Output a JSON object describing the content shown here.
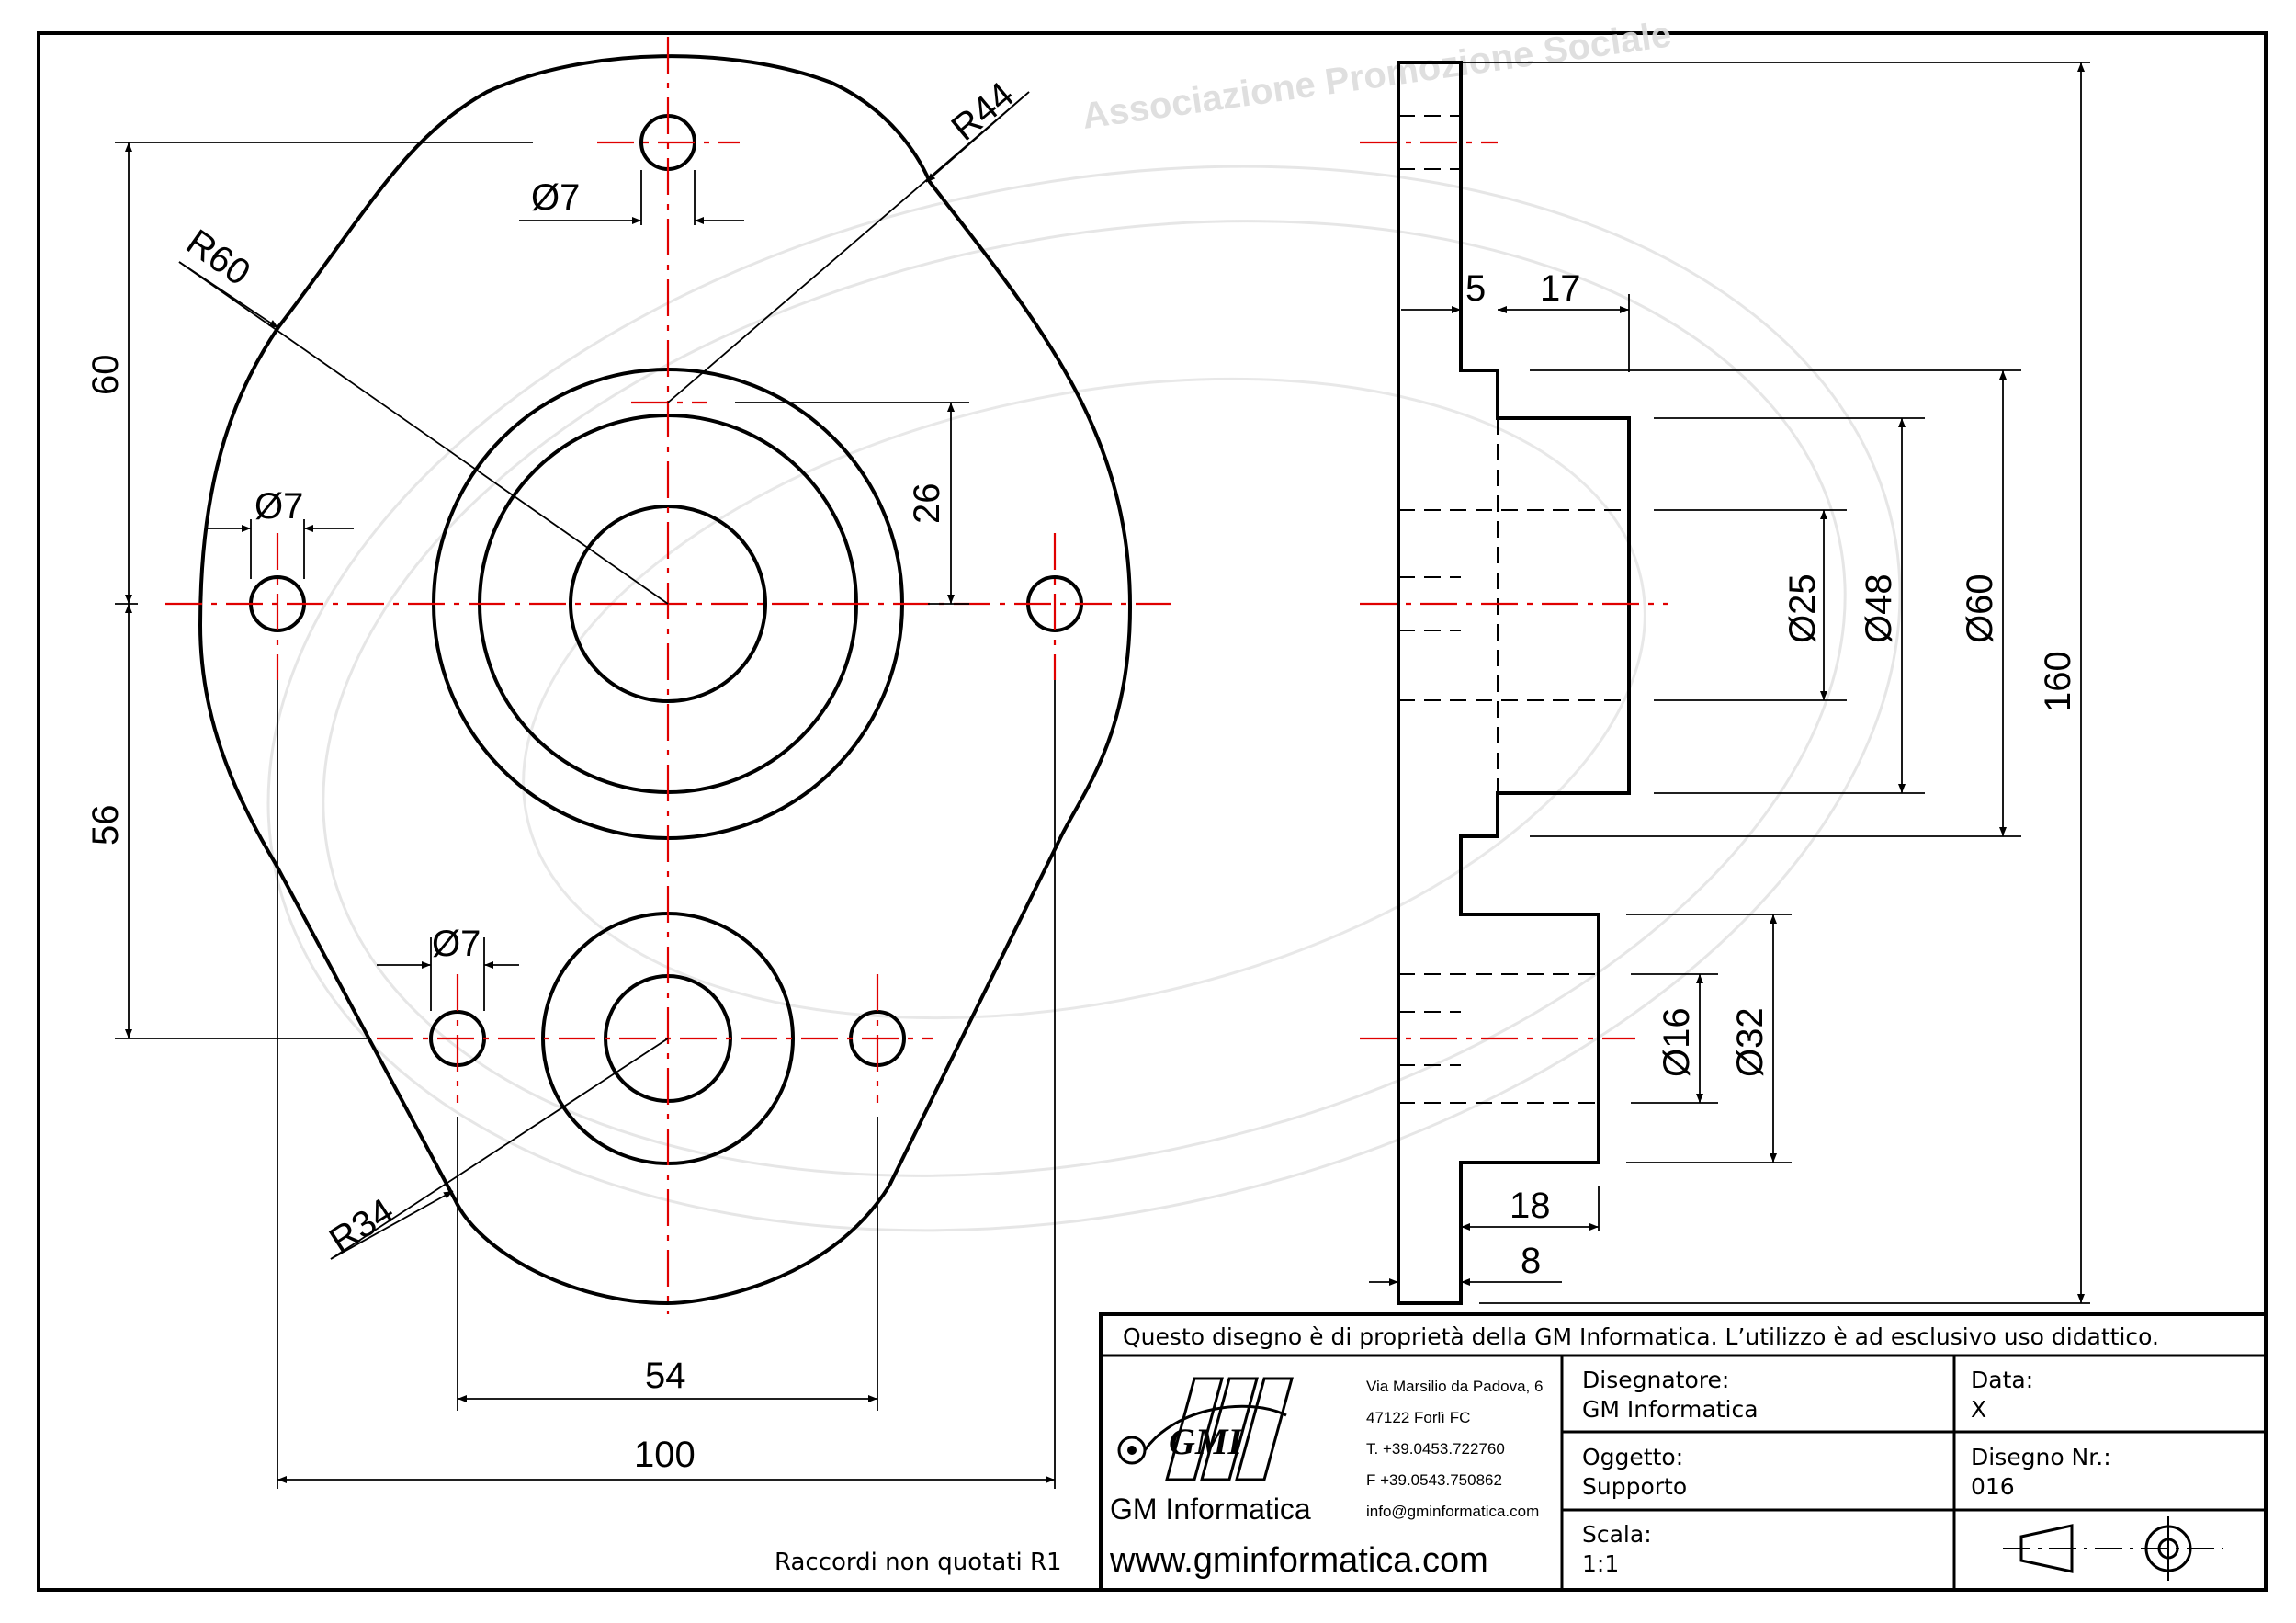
{
  "front_view": {
    "dims": {
      "r60": "R60",
      "r44": "R44",
      "r34": "R34",
      "d7_top": "Ø7",
      "d7_left": "Ø7",
      "d7_bottom": "Ø7",
      "h60": "60",
      "h56": "56",
      "h26": "26",
      "w54": "54",
      "w100": "100"
    },
    "note": "Raccordi non quotati R1"
  },
  "side_view": {
    "dims": {
      "d5": "5",
      "d17": "17",
      "d25": "Ø25",
      "d48": "Ø48",
      "d60": "Ø60",
      "d160": "160",
      "d16": "Ø16",
      "d32": "Ø32",
      "d18": "18",
      "d8": "8"
    }
  },
  "watermark": {
    "text": "Associazione Promozione Sociale"
  },
  "title_block": {
    "header": "Questo disegno è di proprietà della GM Informatica. L’utilizzo è ad esclusivo uso didattico.",
    "logo_text": "GMI",
    "company_name": "GM Informatica",
    "website": "www.gminformatica.com",
    "address_line1": "Via Marsilio da Padova, 6",
    "address_line2": "47122  Forlì  FC",
    "phone": "T. +39.0453.722760",
    "fax": "F +39.0543.750862",
    "email": "info@gminformatica.com",
    "designer_label": "Disegnatore:",
    "designer_value": "GM  Informatica",
    "date_label": "Data:",
    "date_value": "X",
    "object_label": "Oggetto:",
    "object_value": "Supporto",
    "drawing_no_label": "Disegno  Nr.:",
    "drawing_no_value": "016",
    "scale_label": "Scala:",
    "scale_value": "1:1"
  },
  "colors": {
    "line": "#000000",
    "centerline": "#e00000",
    "watermark": "#dcdcdc"
  }
}
